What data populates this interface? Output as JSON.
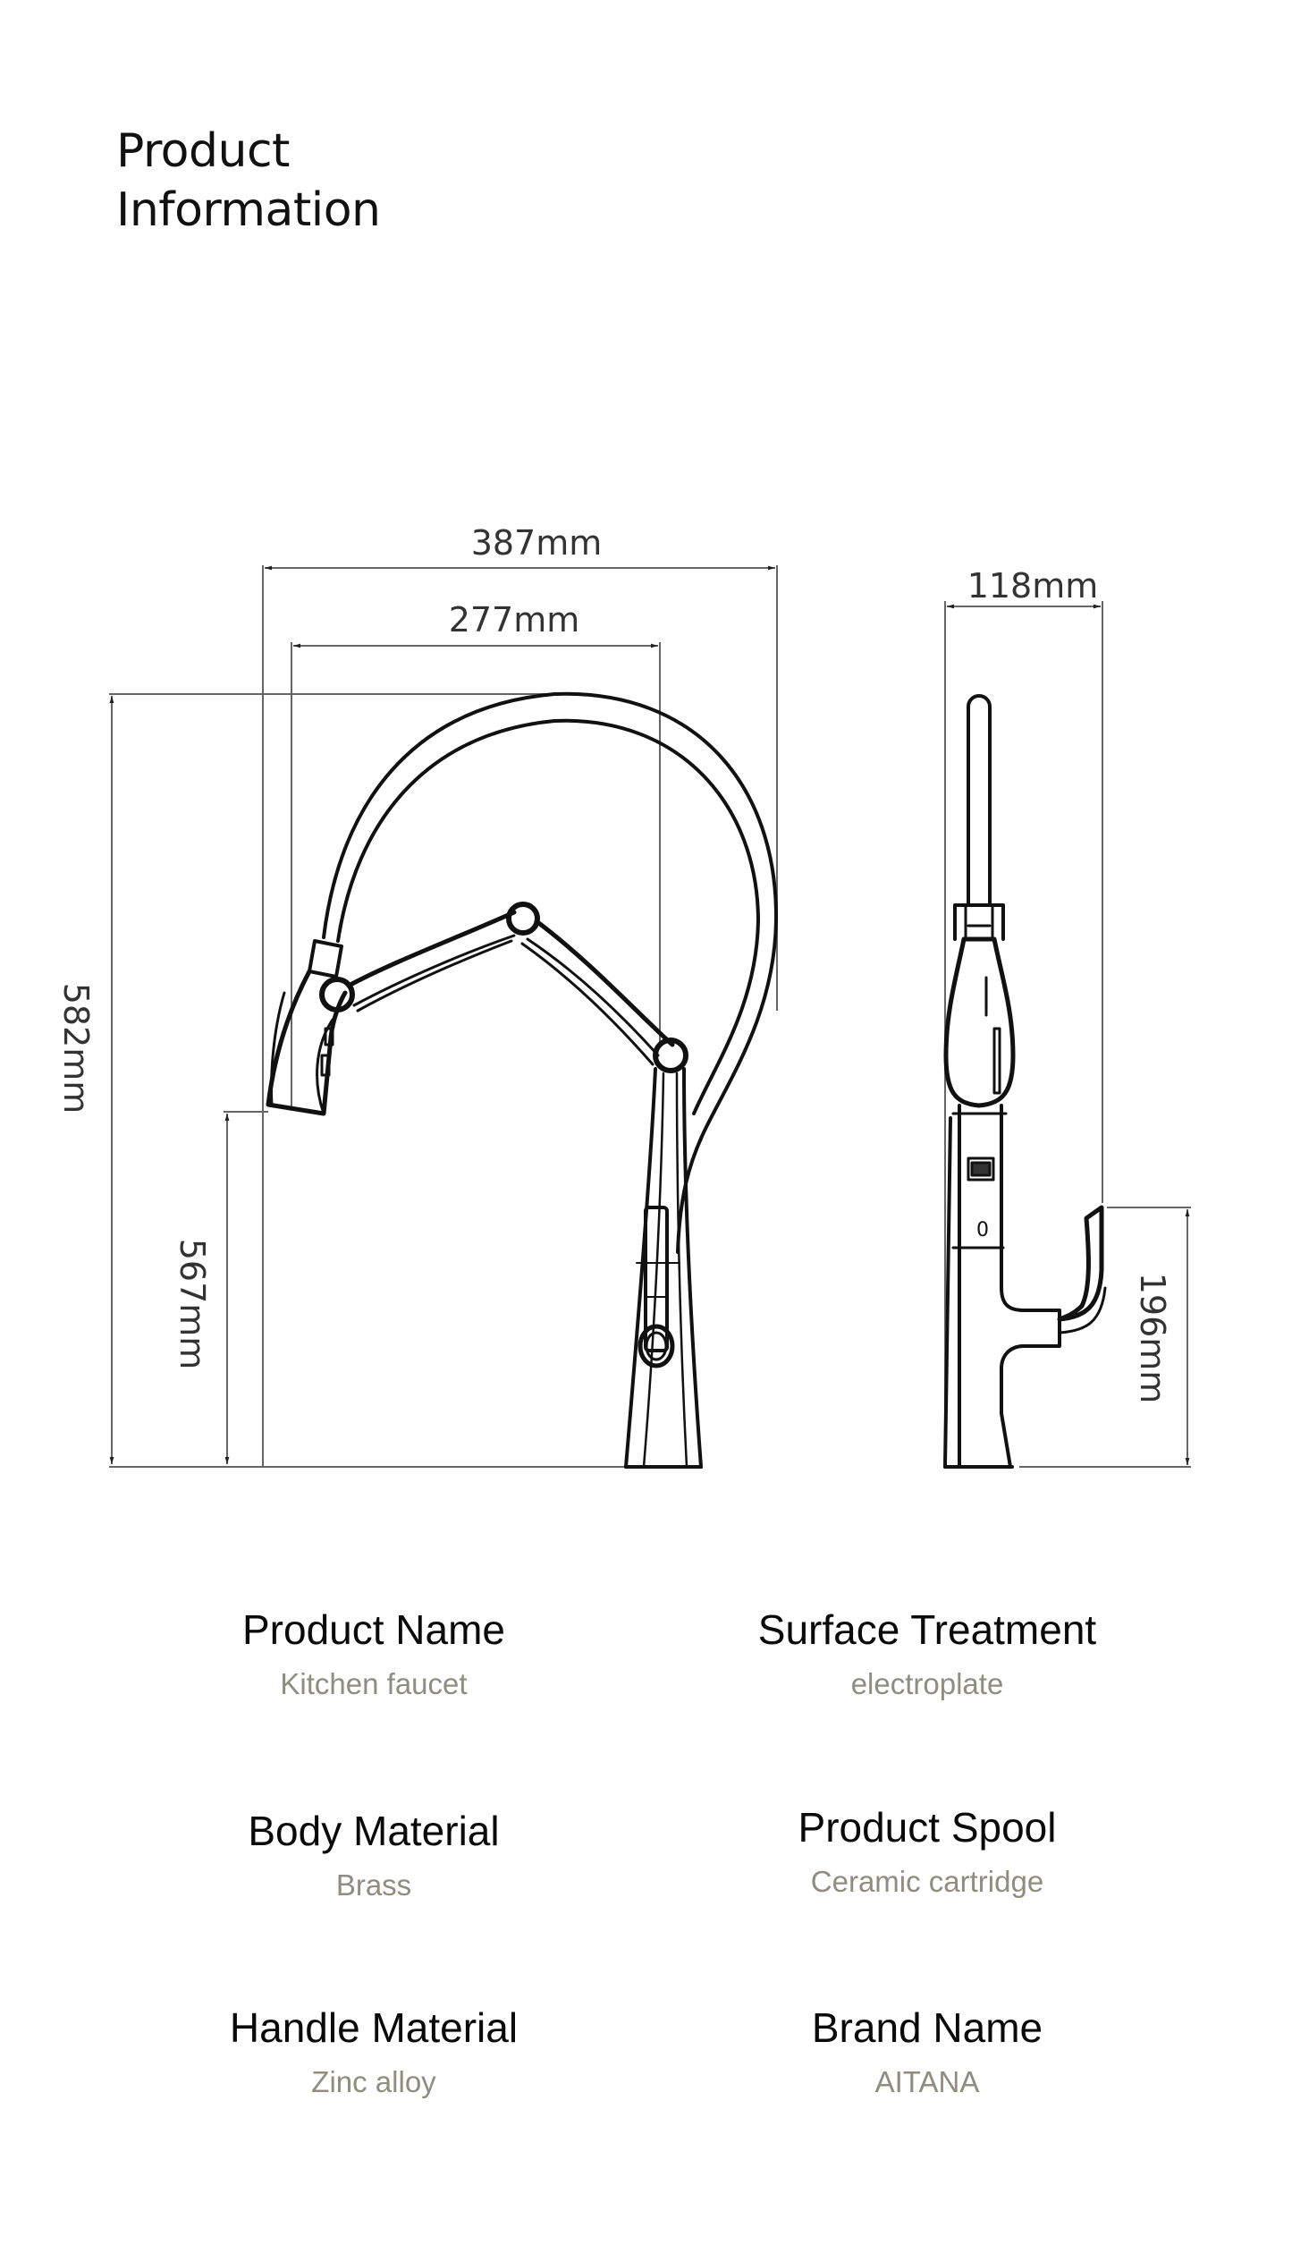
{
  "page": {
    "title_line1": "Product",
    "title_line2": "Information"
  },
  "colors": {
    "label": "#0a0a0a",
    "value": "#8f8c80",
    "dimension_line": "#555555",
    "drawing_stroke": "#111111"
  },
  "diagram": {
    "front_view": {
      "overall_width": "387mm",
      "reach": "277mm",
      "overall_height": "582mm",
      "spout_height": "567mm"
    },
    "side_view": {
      "depth": "118mm",
      "handle_height": "196mm"
    }
  },
  "specs": [
    {
      "label": "Product Name",
      "value": "Kitchen faucet"
    },
    {
      "label": "Surface Treatment",
      "value": "electroplate"
    },
    {
      "label": "Body Material",
      "value": "Brass"
    },
    {
      "label": "Product Spool",
      "value": "Ceramic cartridge"
    },
    {
      "label": "Handle Material",
      "value": "Zinc alloy"
    },
    {
      "label": "Brand Name",
      "value": "AITANA"
    }
  ]
}
